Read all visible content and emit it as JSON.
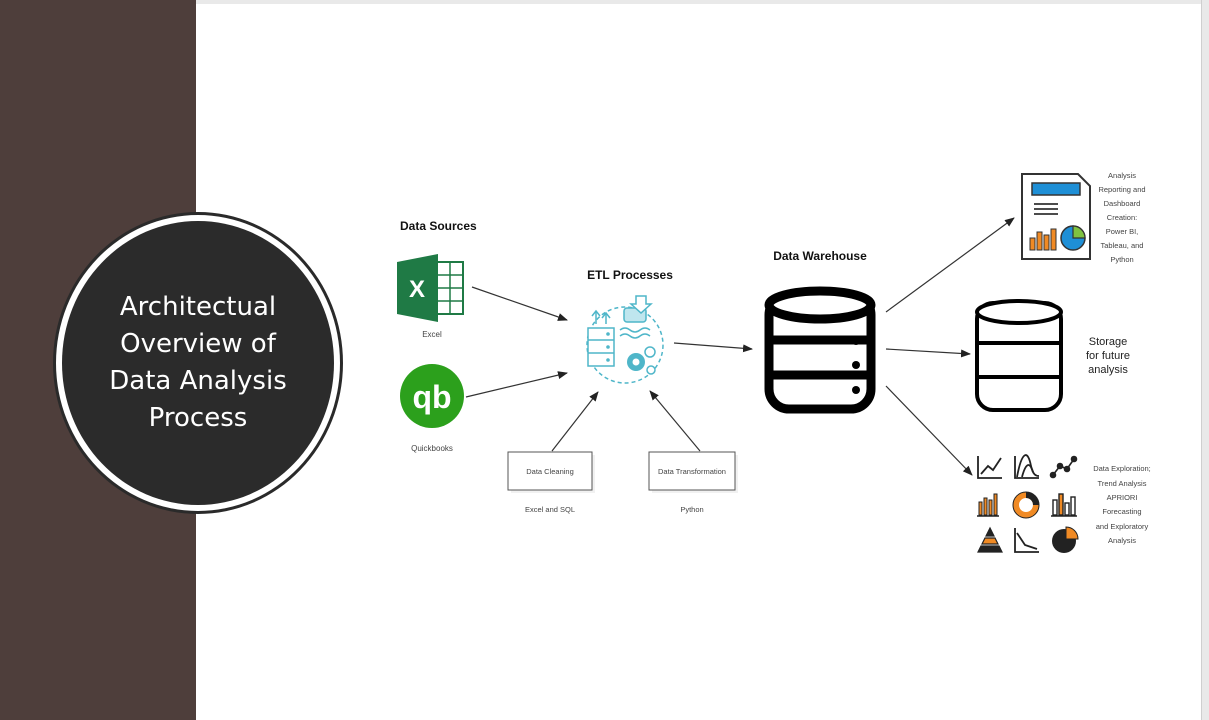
{
  "title": "Architectual Overview of Data Analysis Process",
  "sources": {
    "heading": "Data Sources",
    "excel_label": "Excel",
    "excel_letter": "X",
    "quickbooks_label": "Quickbooks",
    "quickbooks_letters": "qb"
  },
  "etl": {
    "heading": "ETL Processes",
    "cleaning_box": "Data Cleaning",
    "cleaning_tools": "Excel and SQL",
    "transform_box": "Data Transformation",
    "transform_tools": "Python"
  },
  "warehouse": {
    "heading": "Data Warehouse"
  },
  "outputs": {
    "reporting_lines": [
      "Analysis",
      "Reporting and",
      "Dashboard",
      "Creation:",
      "Power BI,",
      "Tableau, and",
      "Python"
    ],
    "storage_lines": [
      "Storage",
      "for future",
      "analysis"
    ],
    "exploration_lines": [
      "Data Exploration;",
      "Trend Analysis",
      "APRIORI",
      "Forecasting",
      "and Exploratory",
      "Analysis"
    ]
  },
  "colors": {
    "sidebar": "#4e3e3b",
    "circle": "#2b2b2b",
    "excel_green": "#1f7a45",
    "quickbooks_green": "#2ca01c",
    "etl_teal": "#4fb6c9",
    "report_blue": "#1e8fd6"
  }
}
